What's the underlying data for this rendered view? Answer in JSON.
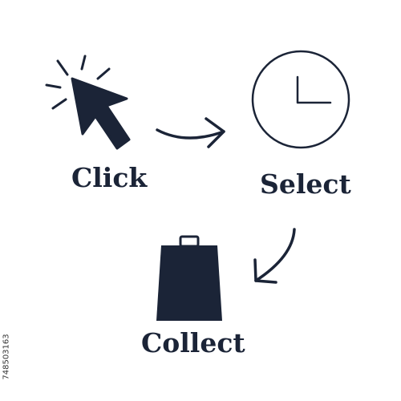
{
  "steps": [
    {
      "label": "Click",
      "icon": "cursor-click-icon"
    },
    {
      "label": "Select",
      "icon": "clock-icon"
    },
    {
      "label": "Collect",
      "icon": "shopping-bag-icon"
    }
  ],
  "side_text": "748503163",
  "colors": {
    "ink": "#1b2437",
    "background": "#ffffff"
  }
}
